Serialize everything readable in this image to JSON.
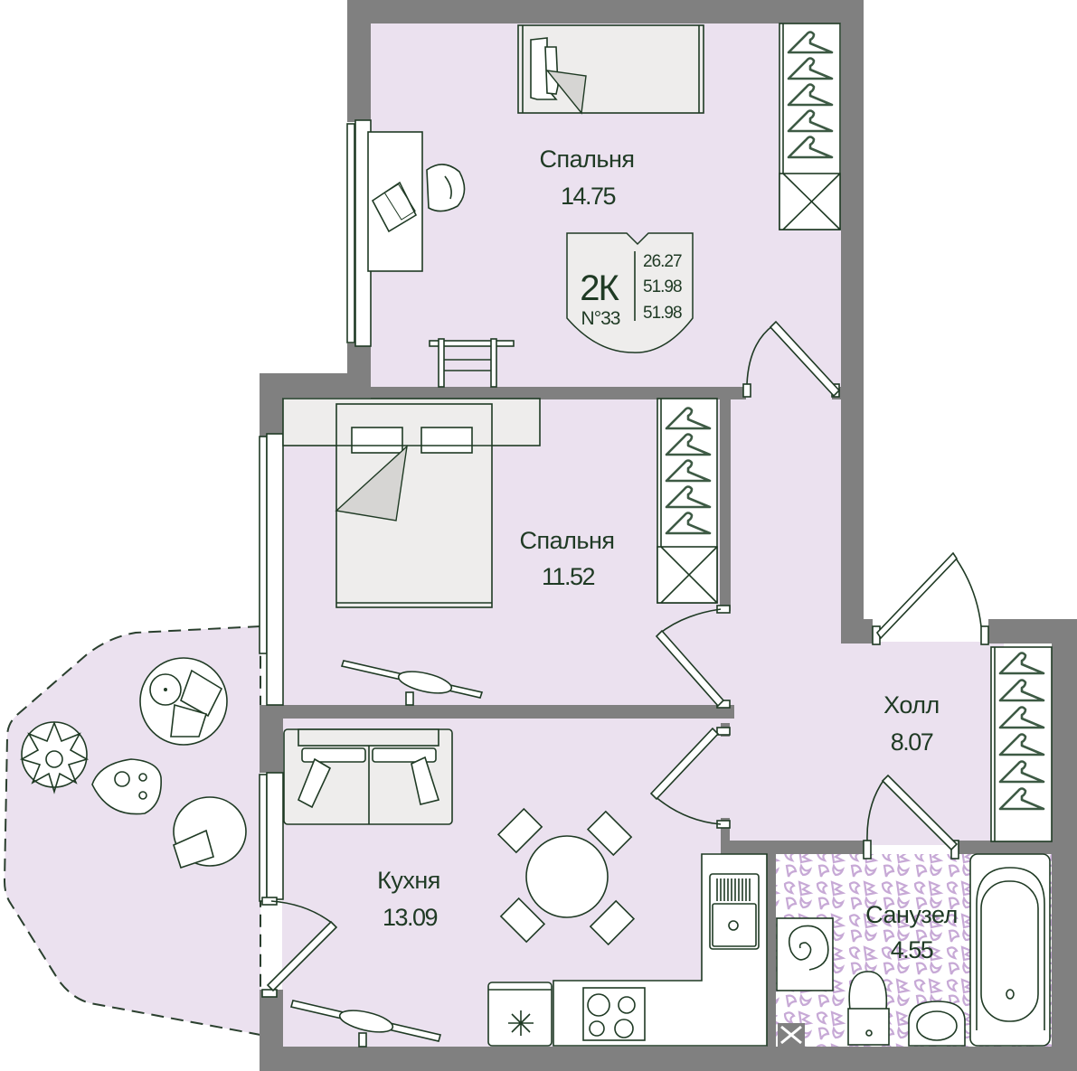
{
  "plan": {
    "apartment_type": "2К",
    "apartment_number": "N°33",
    "areas": [
      "26.27",
      "51.98",
      "51.98"
    ],
    "colors": {
      "wall": "#808080",
      "floor": "#ebe1ef",
      "line": "#1f3a24",
      "furniture": "#eeedec",
      "tile_pattern": "#c7a9d6"
    },
    "rooms": [
      {
        "id": "bedroom-1",
        "name": "Спальня",
        "area": "14.75"
      },
      {
        "id": "bedroom-2",
        "name": "Спальня",
        "area": "11.52"
      },
      {
        "id": "hall",
        "name": "Холл",
        "area": "8.07"
      },
      {
        "id": "kitchen",
        "name": "Кухня",
        "area": "13.09"
      },
      {
        "id": "bathroom",
        "name": "Санузел",
        "area": "4.55"
      }
    ]
  }
}
